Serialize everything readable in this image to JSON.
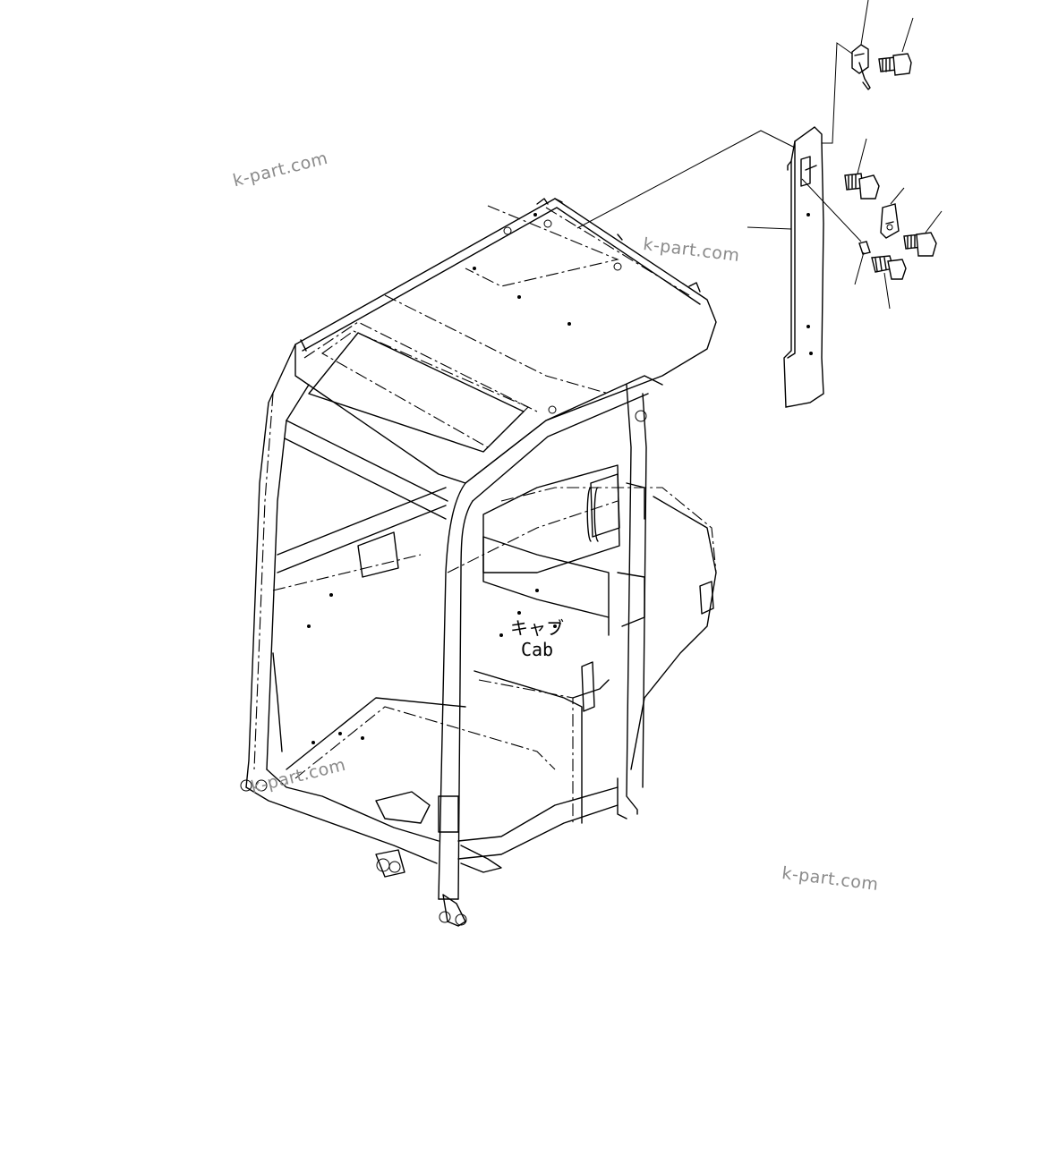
{
  "watermarks": [
    {
      "text": "k-part.com"
    },
    {
      "text": "k-part.com"
    },
    {
      "text": "k-part.com"
    },
    {
      "text": "k-part.com"
    }
  ],
  "cab_label": {
    "japanese": "キャブ",
    "english": "Cab"
  },
  "colors": {
    "line": "#000000",
    "watermark": "#8a8a8a",
    "background": "#ffffff"
  }
}
